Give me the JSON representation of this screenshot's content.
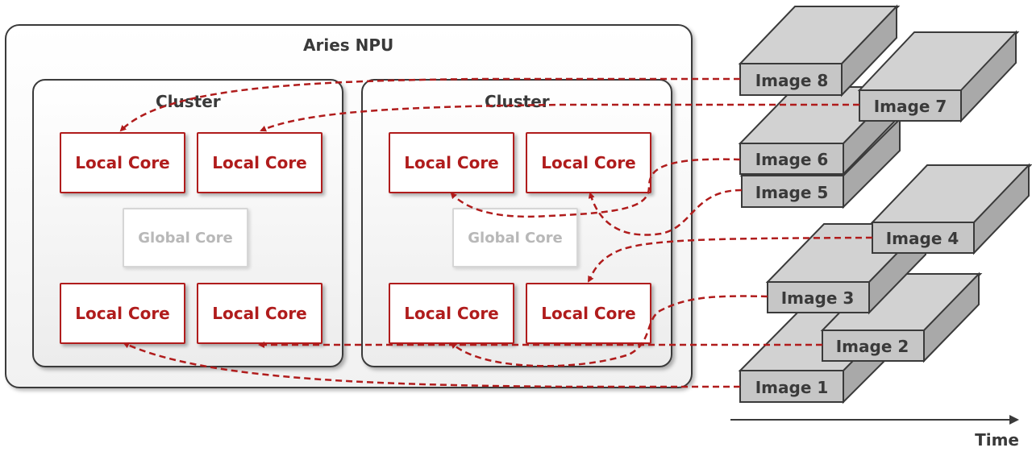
{
  "npu": {
    "title": "Aries NPU"
  },
  "clusters": [
    {
      "title": "Cluster",
      "cores": [
        "Local Core",
        "Local Core",
        "Local Core",
        "Local Core"
      ],
      "global_core": "Global Core"
    },
    {
      "title": "Cluster",
      "cores": [
        "Local Core",
        "Local Core",
        "Local Core",
        "Local Core"
      ],
      "global_core": "Global Core"
    }
  ],
  "images": [
    {
      "label": "Image 8"
    },
    {
      "label": "Image 7"
    },
    {
      "label": "Image 6"
    },
    {
      "label": "Image 5"
    },
    {
      "label": "Image 4"
    },
    {
      "label": "Image 3"
    },
    {
      "label": "Image 2"
    },
    {
      "label": "Image 1"
    }
  ],
  "time_axis": {
    "label": "Time"
  },
  "colors": {
    "core_red": "#b01c1c",
    "arrow_red": "#b01c1c",
    "block_gray": "#c8c8c8",
    "outline": "#3a3a3a"
  }
}
